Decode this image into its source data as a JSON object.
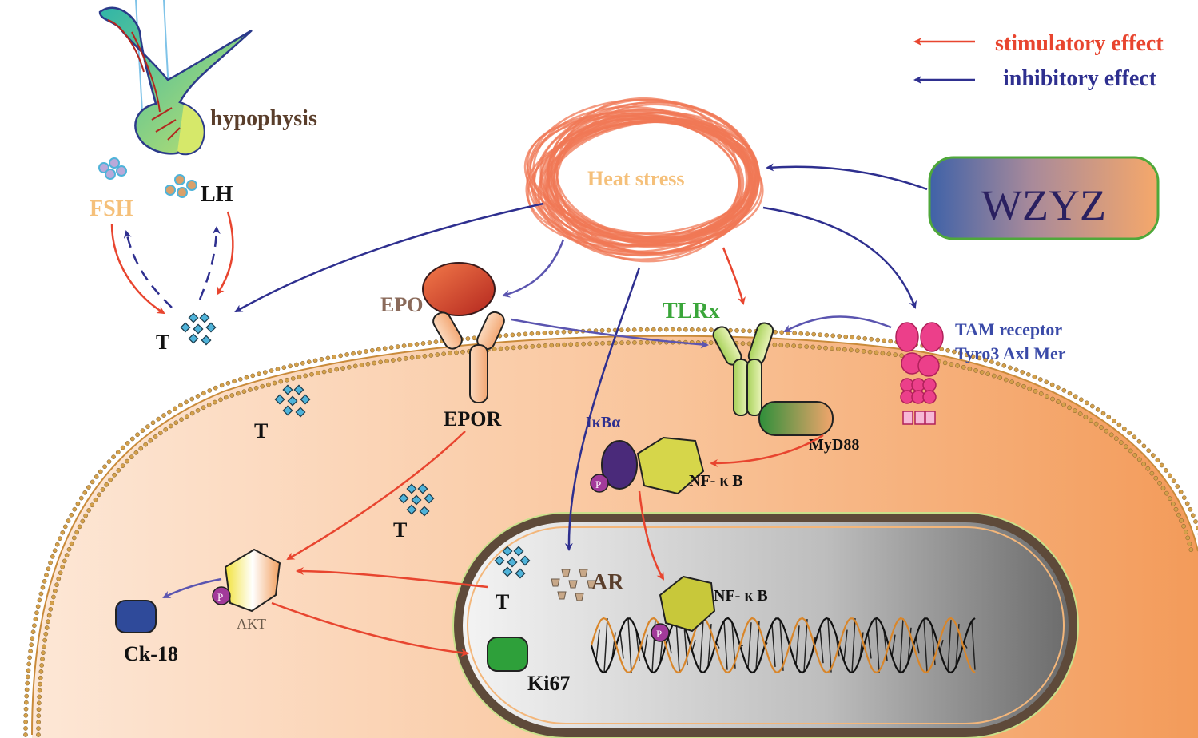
{
  "legend": {
    "stimulatory": "stimulatory effect",
    "inhibitory": "inhibitory effect"
  },
  "labels": {
    "hypophysis": "hypophysis",
    "fsh": "FSH",
    "lh": "LH",
    "t": "T",
    "heat_stress": "Heat  stress",
    "wzyz": "WZYZ",
    "epo": "EPO",
    "epor": "EPOR",
    "tlrx": "TLRx",
    "tam_line1": "TAM receptor",
    "tam_line2": "Tyro3 Axl Mer",
    "myd88": "MyD88",
    "ikba": "IκBα",
    "nfkb": "NF- κ B",
    "p": "P",
    "akt": "AKT",
    "ck18": "Ck-18",
    "ki67": "Ki67",
    "ar": "AR"
  },
  "colors": {
    "stimulatory": "#e8452f",
    "inhibitory": "#2e2f8f",
    "cell_fill": "#f6a468",
    "nucleus_fill": "#9a9a9a",
    "heat_stress_scribble": "#f07856",
    "wzyz_left": "#3f62a8",
    "wzyz_right": "#f6a86a"
  }
}
